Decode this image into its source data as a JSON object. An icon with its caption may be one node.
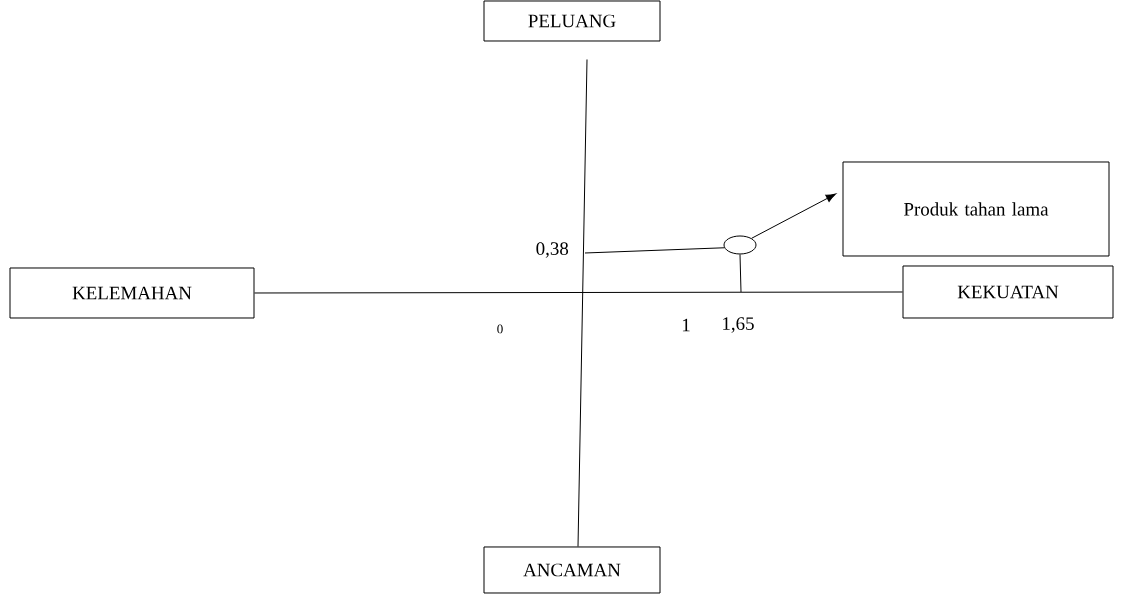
{
  "diagram": {
    "nodes": [
      {
        "text": [
          "PELUANG"
        ]
      },
      {
        "text": [
          "KELEMAHAN"
        ]
      },
      {
        "text": [
          "KEKUATAN"
        ]
      },
      {
        "text": [
          "ANCAMAN"
        ]
      },
      {
        "text": [
          "Produk tahan lama"
        ]
      },
      {
        "text": [],
        "shape": "ellipse"
      }
    ],
    "edges": [
      {
        "from": 0,
        "to": 3,
        "arrow": "none"
      },
      {
        "from": 1,
        "to": 2,
        "arrow": "none"
      },
      {
        "from": 5,
        "to": 4,
        "arrow": "to"
      },
      {
        "from": null,
        "to": 5,
        "arrow": "none"
      },
      {
        "from": null,
        "to": 5,
        "arrow": "none"
      }
    ],
    "labels": [
      "0,38",
      "0",
      "1",
      "1,65"
    ]
  }
}
